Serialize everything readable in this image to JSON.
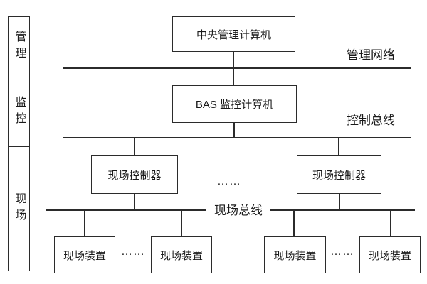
{
  "sidebar": {
    "layers": [
      {
        "label": "管理"
      },
      {
        "label": "监控"
      },
      {
        "label": "现场"
      }
    ]
  },
  "boxes": {
    "central": "中央管理计算机",
    "bas": "BAS 监控计算机",
    "controller_left": "现场控制器",
    "controller_right": "现场控制器",
    "device_1": "现场装置",
    "device_2": "现场装置",
    "device_3": "现场装置",
    "device_4": "现场装置"
  },
  "bus_labels": {
    "management_network": "管理网络",
    "control_bus": "控制总线",
    "field_bus": "现场总线"
  },
  "ellipsis": {
    "controllers": "……",
    "devices_left": "……",
    "devices_right": "……"
  },
  "colors": {
    "line": "#2b2b2b",
    "background": "#ffffff",
    "text": "#1a1a1a"
  }
}
